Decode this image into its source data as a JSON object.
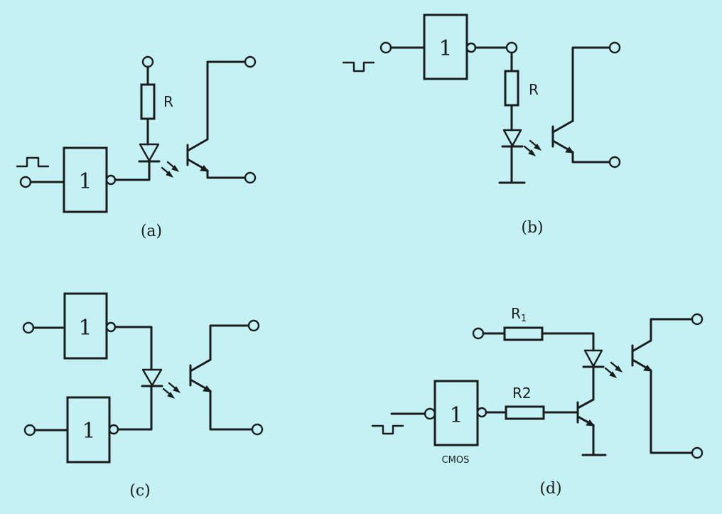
{
  "colors": {
    "background": "#c4f2f4",
    "ink": "#1c1c1c"
  },
  "panels": {
    "a": {
      "caption": "(a)",
      "gate": "1",
      "resistor": "R"
    },
    "b": {
      "caption": "(b)",
      "gate": "1",
      "resistor": "R"
    },
    "c": {
      "caption": "(c)",
      "gate_top": "1",
      "gate_bottom": "1"
    },
    "d": {
      "caption": "(d)",
      "gate": "1",
      "gate_type": "CMOS",
      "r1_main": "R",
      "r1_sub": "1",
      "r2": "R2"
    }
  }
}
